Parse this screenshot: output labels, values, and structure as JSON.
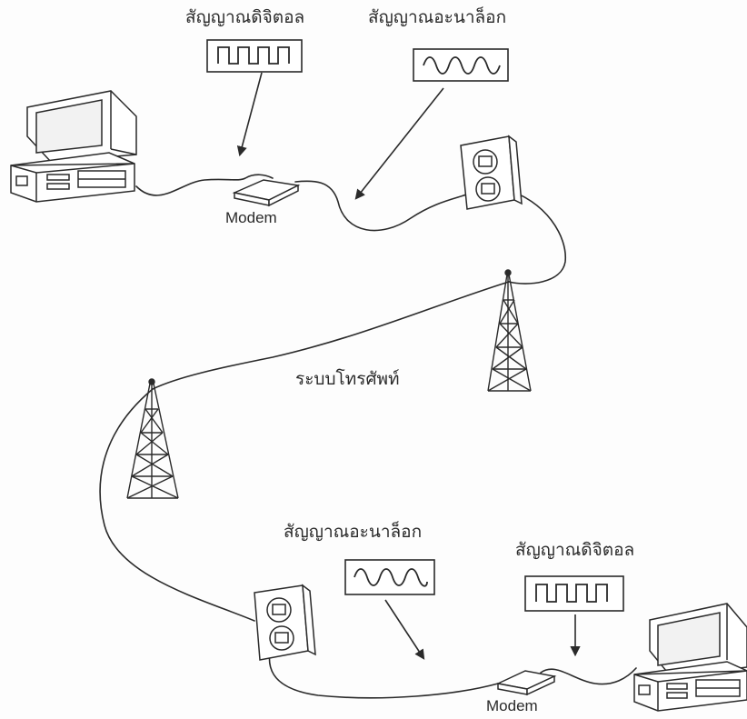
{
  "labels": {
    "top_digital_signal": "สัญญาณดิจิตอล",
    "top_analog_signal": "สัญญาณอะนาล็อก",
    "top_modem": "Modem",
    "telephone_system": "ระบบโทรศัพท์",
    "bottom_analog_signal": "สัญญาณอะนาล็อก",
    "bottom_digital_signal": "สัญญาณดิจิตอล",
    "bottom_modem": "Modem"
  },
  "icons": [
    "computer-icon",
    "modem-icon",
    "wall-jack-icon",
    "transmission-tower-icon",
    "square-wave-icon",
    "sine-wave-icon"
  ]
}
